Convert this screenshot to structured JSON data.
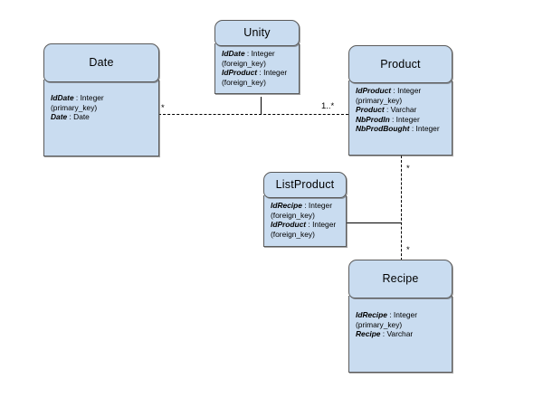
{
  "diagram": {
    "type": "uml-class-diagram",
    "background_color": "#ffffff",
    "class_fill_color": "#c9dcf0",
    "class_border_color": "#5a5a5a",
    "line_color": "#000000"
  },
  "classes": [
    {
      "id": "date",
      "name": "Date",
      "attributes": [
        {
          "name": "IdDate",
          "type": "Integer"
        },
        {
          "name": "",
          "type": "(primary_key)"
        },
        {
          "name": "Date",
          "type": "Date"
        }
      ]
    },
    {
      "id": "unity",
      "name": "Unity",
      "attributes": [
        {
          "name": "IdDate",
          "type": "Integer"
        },
        {
          "name": "",
          "type": "(foreign_key)"
        },
        {
          "name": "IdProduct",
          "type": "Integer"
        },
        {
          "name": "",
          "type": "(foreign_key)"
        }
      ]
    },
    {
      "id": "product",
      "name": "Product",
      "attributes": [
        {
          "name": "IdProduct",
          "type": "Integer"
        },
        {
          "name": "",
          "type": "(primary_key)"
        },
        {
          "name": "Product",
          "type": "Varchar"
        },
        {
          "name": "NbProdIn",
          "type": "Integer"
        },
        {
          "name": "NbProdBought",
          "type": "Integer"
        }
      ]
    },
    {
      "id": "listproduct",
      "name": "ListProduct",
      "attributes": [
        {
          "name": "IdRecipe",
          "type": "Integer"
        },
        {
          "name": "",
          "type": "(foreign_key)"
        },
        {
          "name": "IdProduct",
          "type": "Integer"
        },
        {
          "name": "",
          "type": "(foreign_key)"
        }
      ]
    },
    {
      "id": "recipe",
      "name": "Recipe",
      "attributes": [
        {
          "name": "IdRecipe",
          "type": "Integer"
        },
        {
          "name": "",
          "type": "(primary_key)"
        },
        {
          "name": "Recipe",
          "type": "Varchar"
        }
      ]
    }
  ],
  "multiplicities": {
    "date_side": "*",
    "product_side": "1..*",
    "product_to_recipe_top": "*",
    "product_to_recipe_bottom": "*"
  }
}
